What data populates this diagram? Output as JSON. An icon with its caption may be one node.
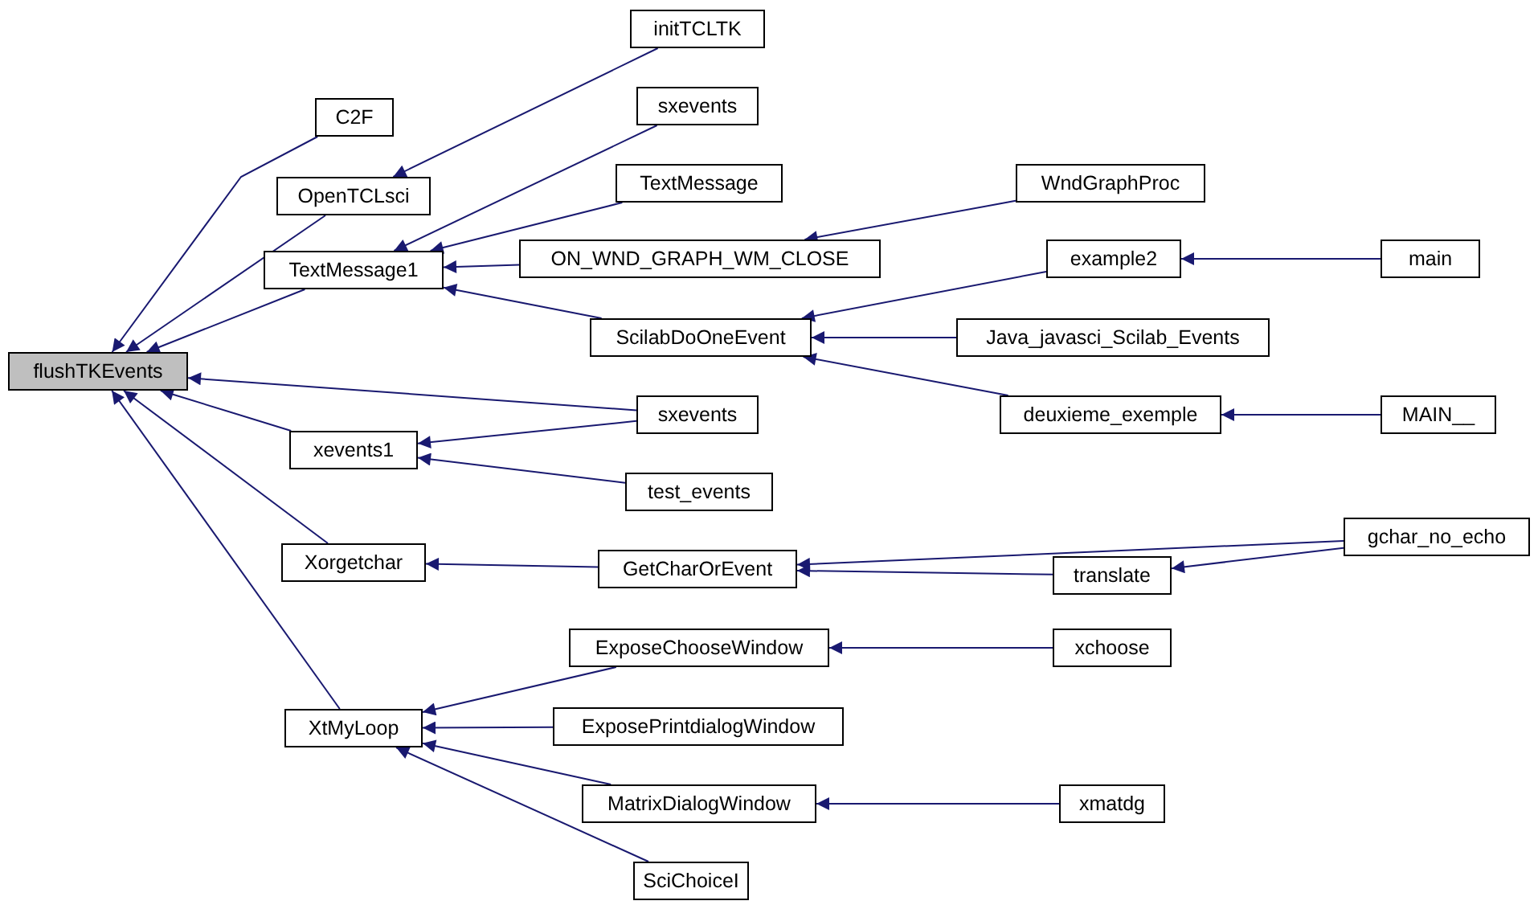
{
  "diagram": {
    "nodes": [
      {
        "text": [
          "flushTKEvents"
        ]
      },
      {
        "text": [
          "C2F"
        ]
      },
      {
        "text": [
          "OpenTCLsci"
        ]
      },
      {
        "text": [
          "TextMessage1"
        ]
      },
      {
        "text": [
          "xevents1"
        ]
      },
      {
        "text": [
          "Xorgetchar"
        ]
      },
      {
        "text": [
          "XtMyLoop"
        ]
      },
      {
        "text": [
          "initTCLTK"
        ]
      },
      {
        "text": [
          "sxevents"
        ]
      },
      {
        "text": [
          "TextMessage"
        ]
      },
      {
        "text": [
          "ON_WND_GRAPH_WM_CLOSE"
        ]
      },
      {
        "text": [
          "ScilabDoOneEvent"
        ]
      },
      {
        "text": [
          "WndGraphProc"
        ]
      },
      {
        "text": [
          "example2"
        ]
      },
      {
        "text": [
          "main"
        ]
      },
      {
        "text": [
          "Java_javasci_Scilab_Events"
        ]
      },
      {
        "text": [
          "deuxieme_exemple"
        ]
      },
      {
        "text": [
          "MAIN__"
        ]
      },
      {
        "text": [
          "sxevents"
        ]
      },
      {
        "text": [
          "test_events"
        ]
      },
      {
        "text": [
          "GetCharOrEvent"
        ]
      },
      {
        "text": [
          "translate"
        ]
      },
      {
        "text": [
          "gchar_no_echo"
        ]
      },
      {
        "text": [
          "ExposeChooseWindow"
        ]
      },
      {
        "text": [
          "xchoose"
        ]
      },
      {
        "text": [
          "ExposePrintdialogWindow"
        ]
      },
      {
        "text": [
          "MatrixDialogWindow"
        ]
      },
      {
        "text": [
          "xmatdg"
        ]
      },
      {
        "text": [
          "SciChoiceI"
        ]
      }
    ],
    "edges": [
      {
        "from": 1,
        "to": 0,
        "arrow": "to"
      },
      {
        "from": 2,
        "to": 0,
        "arrow": "to"
      },
      {
        "from": 3,
        "to": 0,
        "arrow": "to"
      },
      {
        "from": 18,
        "to": 0,
        "arrow": "to"
      },
      {
        "from": 4,
        "to": 0,
        "arrow": "to"
      },
      {
        "from": 5,
        "to": 0,
        "arrow": "to"
      },
      {
        "from": 6,
        "to": 0,
        "arrow": "to"
      },
      {
        "from": 7,
        "to": 2,
        "arrow": "to"
      },
      {
        "from": 8,
        "to": 3,
        "arrow": "to"
      },
      {
        "from": 9,
        "to": 3,
        "arrow": "to"
      },
      {
        "from": 10,
        "to": 3,
        "arrow": "to"
      },
      {
        "from": 11,
        "to": 3,
        "arrow": "to"
      },
      {
        "from": 12,
        "to": 10,
        "arrow": "to"
      },
      {
        "from": 13,
        "to": 11,
        "arrow": "to"
      },
      {
        "from": 15,
        "to": 11,
        "arrow": "to"
      },
      {
        "from": 16,
        "to": 11,
        "arrow": "to"
      },
      {
        "from": 14,
        "to": 13,
        "arrow": "to"
      },
      {
        "from": 17,
        "to": 16,
        "arrow": "to"
      },
      {
        "from": 18,
        "to": 4,
        "arrow": "to"
      },
      {
        "from": 19,
        "to": 4,
        "arrow": "to"
      },
      {
        "from": 20,
        "to": 5,
        "arrow": "to"
      },
      {
        "from": 22,
        "to": 20,
        "arrow": "to"
      },
      {
        "from": 21,
        "to": 20,
        "arrow": "to"
      },
      {
        "from": 22,
        "to": 21,
        "arrow": "to"
      },
      {
        "from": 23,
        "to": 6,
        "arrow": "to"
      },
      {
        "from": 25,
        "to": 6,
        "arrow": "to"
      },
      {
        "from": 26,
        "to": 6,
        "arrow": "to"
      },
      {
        "from": 28,
        "to": 6,
        "arrow": "to"
      },
      {
        "from": 24,
        "to": 23,
        "arrow": "to"
      },
      {
        "from": 27,
        "to": 26,
        "arrow": "to"
      }
    ]
  }
}
